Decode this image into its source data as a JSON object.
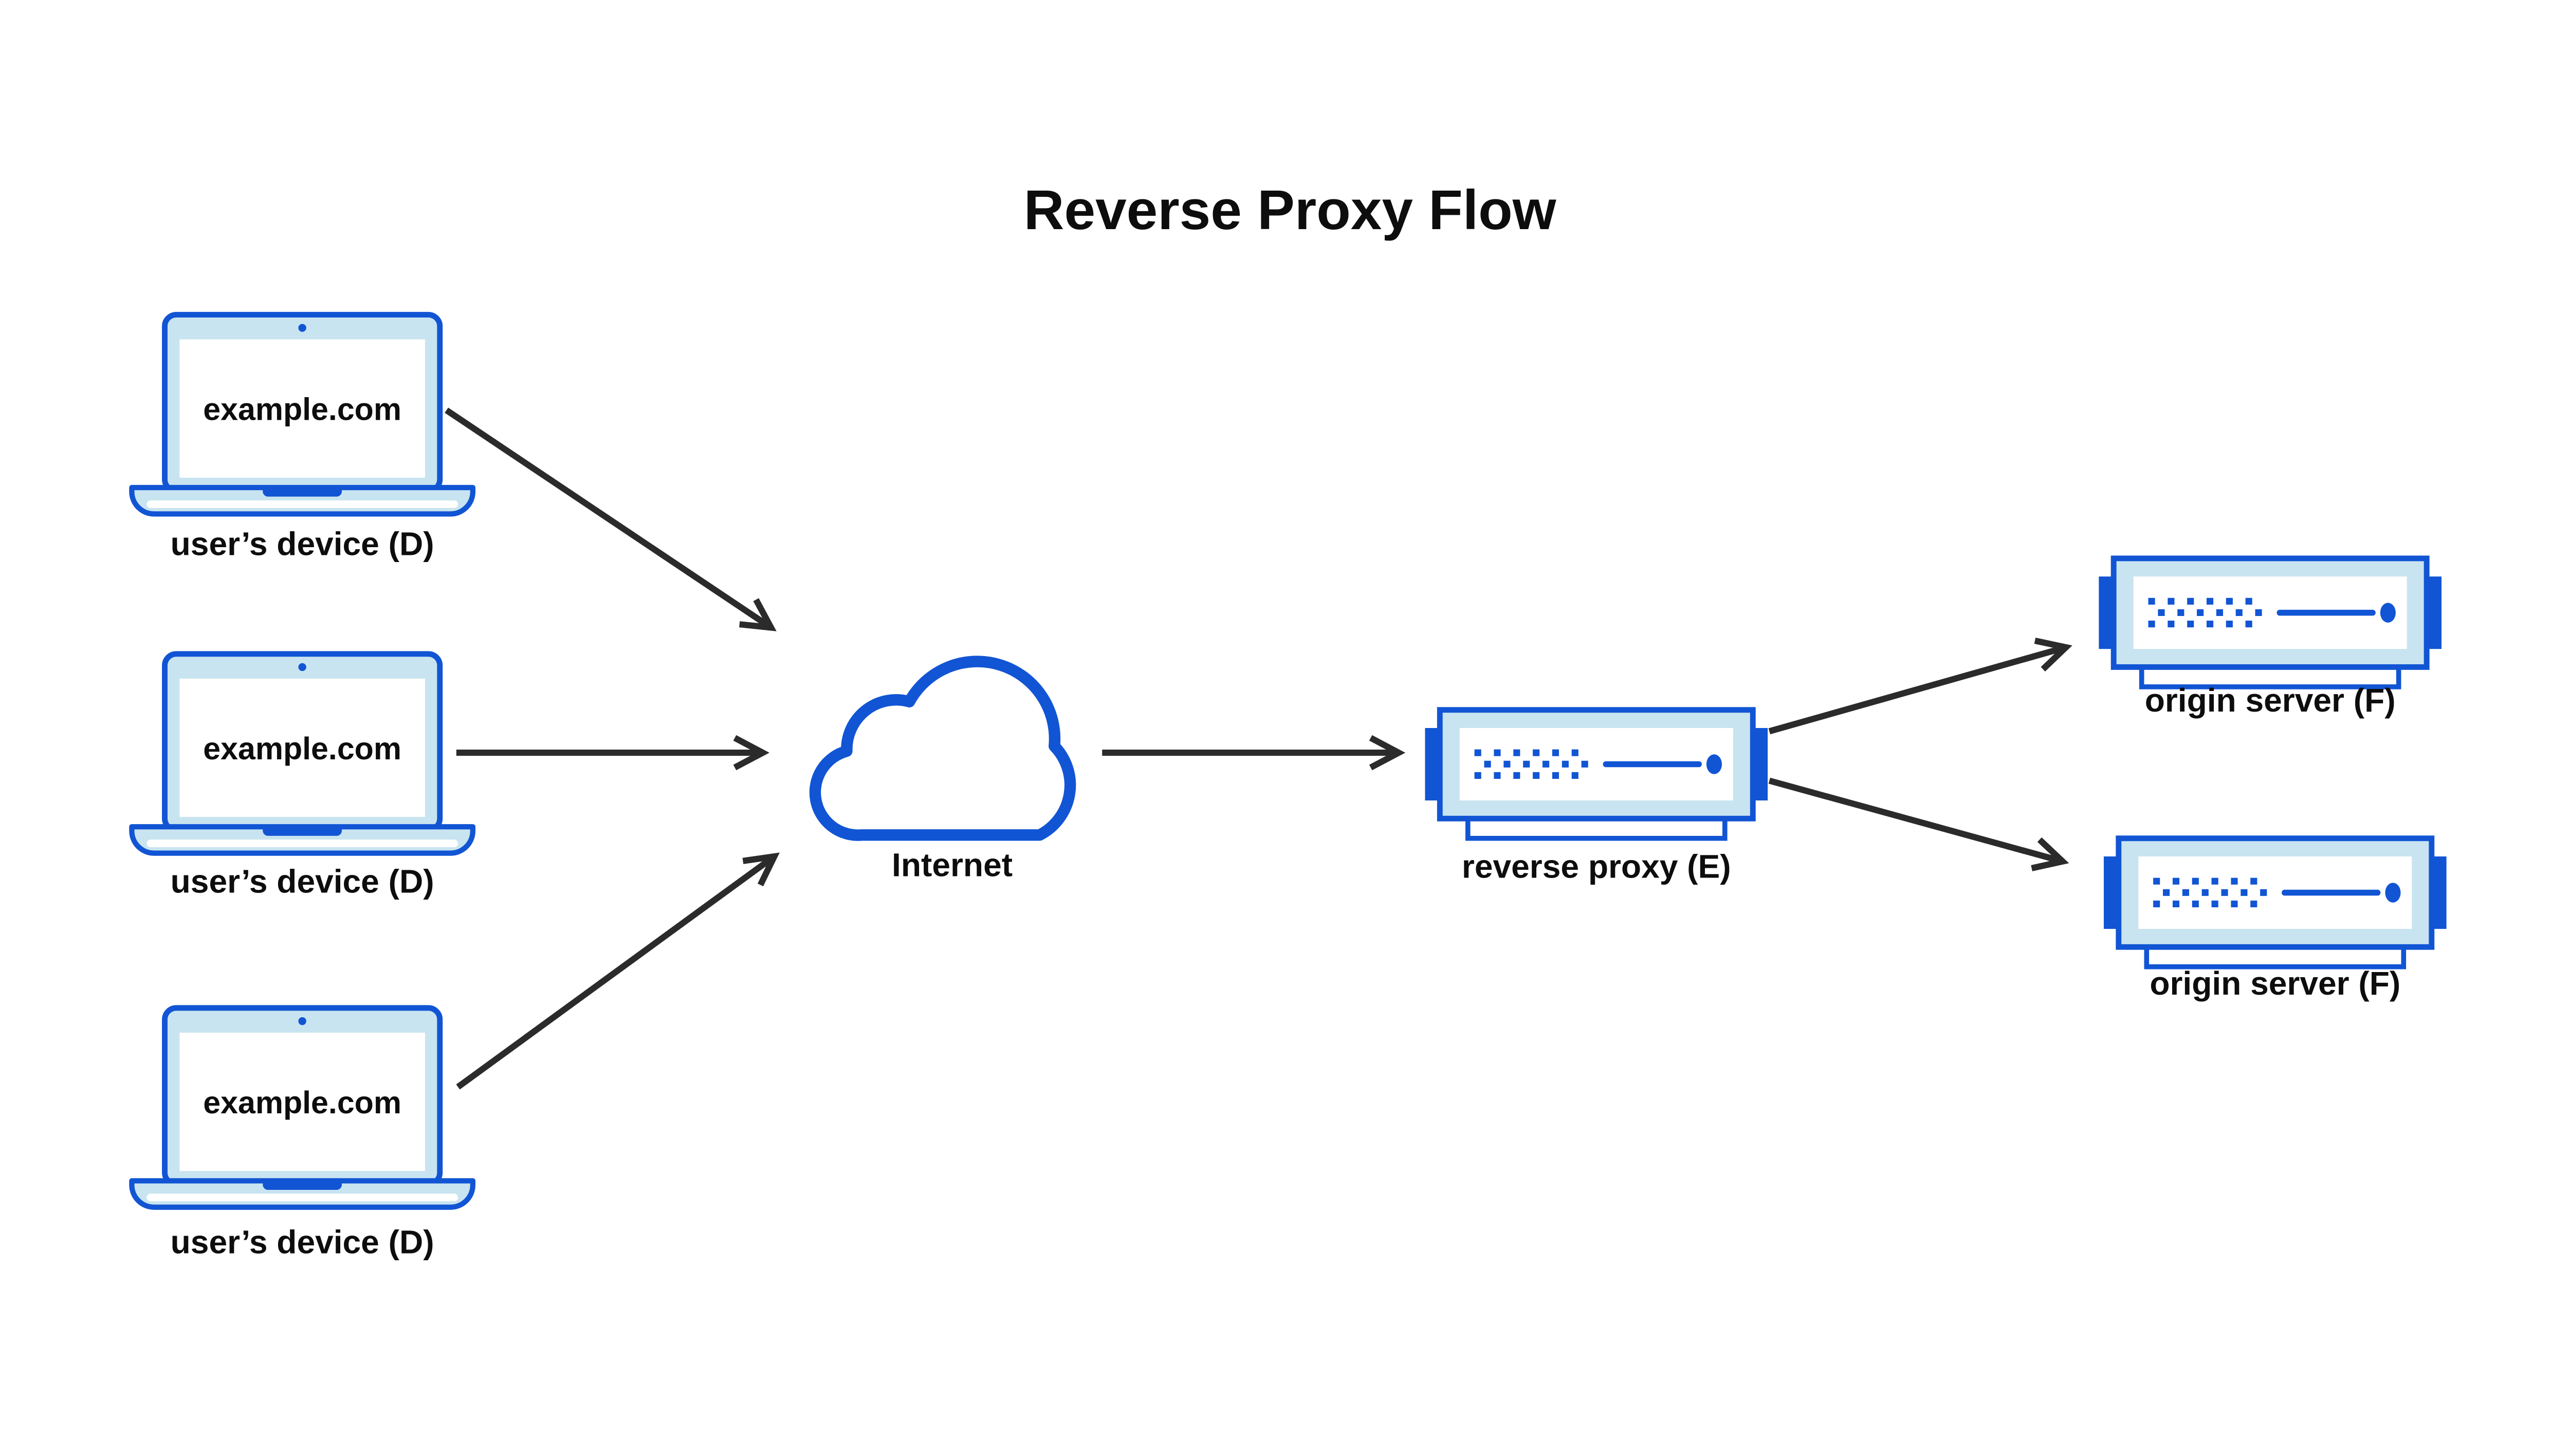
{
  "diagram": {
    "title": "Reverse Proxy Flow",
    "devices": [
      {
        "screen_text": "example.com",
        "label": "user’s device (D)"
      },
      {
        "screen_text": "example.com",
        "label": "user’s device (D)"
      },
      {
        "screen_text": "example.com",
        "label": "user’s device (D)"
      }
    ],
    "internet": {
      "label": "Internet"
    },
    "reverse_proxy": {
      "label": "reverse proxy (E)"
    },
    "origin_servers": [
      {
        "label": "origin server (F)"
      },
      {
        "label": "origin server (F)"
      }
    ],
    "icons": {
      "device": "laptop-icon",
      "internet": "cloud-icon",
      "server": "server-icon"
    },
    "colors": {
      "primary_blue": "#1155d4",
      "light_blue": "#c8e4f0",
      "arrow_dark": "#2b2b2b",
      "text_black": "#0d0d0d",
      "background": "#ffffff"
    }
  }
}
